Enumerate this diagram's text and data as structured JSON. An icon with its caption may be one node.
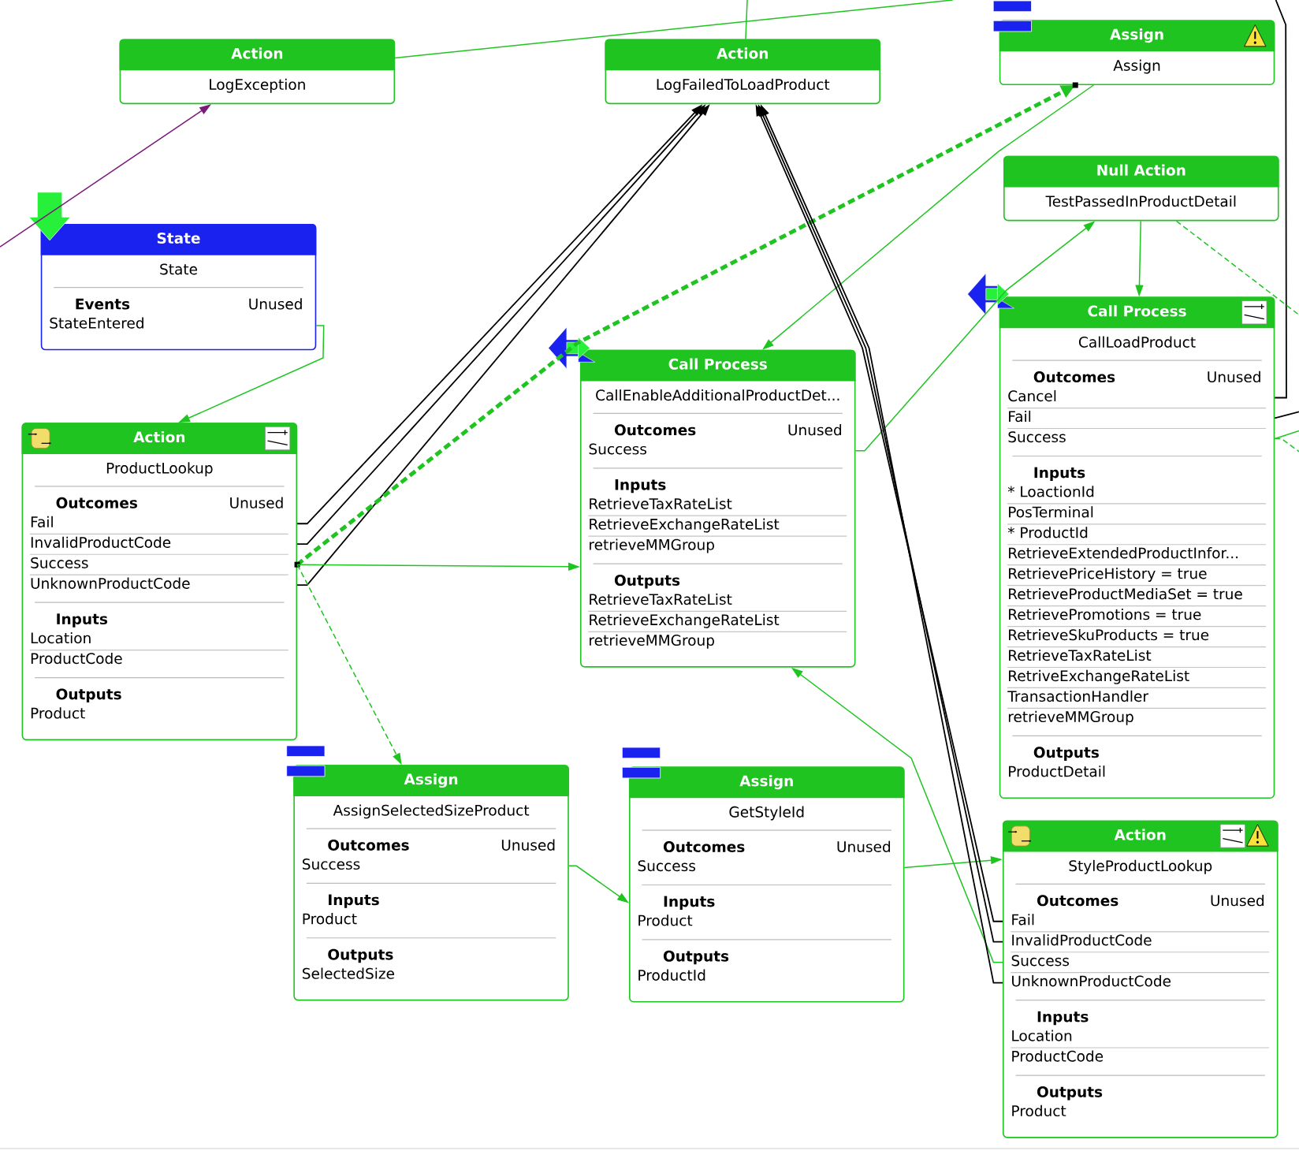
{
  "diagram": {
    "nodes": [
      {
        "text": [
          "Action",
          "LogException"
        ]
      },
      {
        "text": [
          "Action",
          "LogFailedToLoadProduct"
        ]
      },
      {
        "text": [
          "Assign",
          "Assign"
        ]
      },
      {
        "text": [
          "State",
          "State",
          "Events",
          "Unused",
          "StateEntered"
        ]
      },
      {
        "text": [
          "Null Action",
          "TestPassedInProductDetail"
        ]
      },
      {
        "text": [
          "Call Process",
          "CallEnableAdditionalProductDet...",
          "Outcomes",
          "Unused",
          "Success",
          "Inputs",
          "RetrieveTaxRateList",
          "RetrieveExchangeRateList",
          "retrieveMMGroup",
          "Outputs",
          "RetrieveTaxRateList",
          "RetrieveExchangeRateList",
          "retrieveMMGroup"
        ]
      },
      {
        "text": [
          "Call Process",
          "CallLoadProduct",
          "Outcomes",
          "Unused",
          "Cancel",
          "Fail",
          "Success",
          "Inputs",
          "* LoactionId",
          "PosTerminal",
          "* ProductId",
          "RetrieveExtendedProductInfor...",
          "RetrievePriceHistory = true",
          "RetrieveProductMediaSet = true",
          "RetrievePromotions = true",
          "RetrieveSkuProducts = true",
          "RetrieveTaxRateList",
          "RetriveExchangeRateList",
          "TransactionHandler",
          "retrieveMMGroup",
          "Outputs",
          "ProductDetail"
        ]
      },
      {
        "text": [
          "Action",
          "ProductLookup",
          "Outcomes",
          "Unused",
          "Fail",
          "InvalidProductCode",
          "Success",
          "UnknownProductCode",
          "Inputs",
          "Location",
          "ProductCode",
          "Outputs",
          "Product"
        ]
      },
      {
        "text": [
          "Assign",
          "AssignSelectedSizeProduct",
          "Outcomes",
          "Unused",
          "Success",
          "Inputs",
          "Product",
          "Outputs",
          "SelectedSize"
        ]
      },
      {
        "text": [
          "Assign",
          "GetStyleId",
          "Outcomes",
          "Unused",
          "Success",
          "Inputs",
          "Product",
          "Outputs",
          "ProductId"
        ]
      },
      {
        "text": [
          "Action",
          "StyleProductLookup",
          "Outcomes",
          "Unused",
          "Fail",
          "InvalidProductCode",
          "Success",
          "UnknownProductCode",
          "Inputs",
          "Location",
          "ProductCode",
          "Outputs",
          "Product"
        ]
      }
    ],
    "edges": [
      {
        "from": null,
        "to": 0,
        "arrow": "to",
        "color": "#7b1a7b"
      },
      {
        "from": 0,
        "to": null,
        "arrow": "none"
      },
      {
        "from": 1,
        "to": null,
        "arrow": "none"
      },
      {
        "from": 6,
        "to": null,
        "arrow": "none",
        "color": "#000000"
      },
      {
        "from": 6,
        "to": null,
        "arrow": "none",
        "color": "#000000"
      },
      {
        "from": 6,
        "to": null,
        "arrow": "none"
      },
      {
        "from": 4,
        "to": null,
        "arrow": "none",
        "style": "dashed"
      },
      {
        "from": 6,
        "to": null,
        "arrow": "none",
        "style": "dashed"
      },
      {
        "from": 7,
        "to": 1,
        "arrow": "to",
        "color": "#000000"
      },
      {
        "from": 7,
        "to": 1,
        "arrow": "to",
        "color": "#000000"
      },
      {
        "from": 7,
        "to": 1,
        "arrow": "to",
        "color": "#000000"
      },
      {
        "from": 7,
        "to": 2,
        "arrow": "to",
        "style": "dashed"
      },
      {
        "from": 7,
        "to": 5,
        "arrow": "to"
      },
      {
        "from": 7,
        "to": 8,
        "arrow": "to",
        "style": "dashed"
      },
      {
        "from": 3,
        "to": 7,
        "arrow": "to"
      },
      {
        "from": 2,
        "to": 5,
        "arrow": "to"
      },
      {
        "from": 5,
        "to": 4,
        "arrow": "to"
      },
      {
        "from": 4,
        "to": 6,
        "arrow": "to"
      },
      {
        "from": 8,
        "to": 9,
        "arrow": "to"
      },
      {
        "from": 9,
        "to": 10,
        "arrow": "to"
      },
      {
        "from": 10,
        "to": 5,
        "arrow": "to"
      },
      {
        "from": 10,
        "to": 1,
        "arrow": "to",
        "color": "#000000"
      },
      {
        "from": 10,
        "to": 1,
        "arrow": "to",
        "color": "#000000"
      },
      {
        "from": 10,
        "to": 1,
        "arrow": "to",
        "color": "#000000"
      }
    ]
  }
}
